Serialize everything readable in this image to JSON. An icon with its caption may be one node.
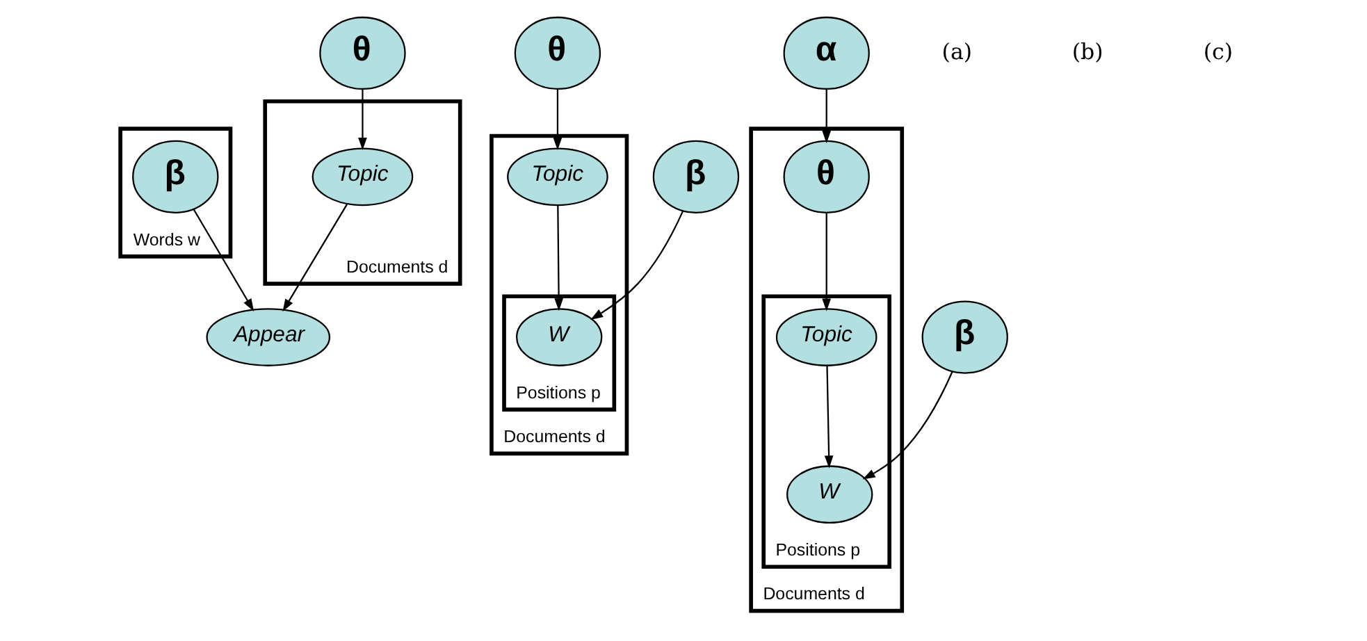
{
  "diagram": {
    "nodes": [
      {
        "text": [
          "Documents d"
        ]
      },
      {
        "text": [
          "θ"
        ]
      },
      {
        "text": [
          "Topic"
        ],
        "in": 0
      },
      {
        "text": [
          "Words w"
        ]
      },
      {
        "text": [
          "β"
        ],
        "in": 3
      },
      {
        "text": [
          "Appear"
        ]
      },
      {
        "text": [
          "θ"
        ]
      },
      {
        "text": [
          "β"
        ]
      },
      {
        "text": [
          "Documents d"
        ]
      },
      {
        "text": [
          "Topic"
        ],
        "in": 8
      },
      {
        "text": [
          "Positions p"
        ],
        "in": 8
      },
      {
        "text": [
          "W"
        ],
        "in": 10
      },
      {
        "text": [
          "α"
        ]
      },
      {
        "text": [
          "Documents d"
        ]
      },
      {
        "text": [
          "θ"
        ],
        "in": 13
      },
      {
        "text": [
          "Positions p"
        ],
        "in": 13
      },
      {
        "text": [
          "Topic"
        ],
        "in": 15
      },
      {
        "text": [
          "W"
        ],
        "in": 15
      },
      {
        "text": [
          "β"
        ]
      }
    ],
    "edges": [
      {
        "from": 1,
        "to": 2,
        "arrow": "to"
      },
      {
        "from": 4,
        "to": 5,
        "arrow": "to"
      },
      {
        "from": 2,
        "to": 5,
        "arrow": "to"
      },
      {
        "from": 6,
        "to": 9,
        "arrow": "to"
      },
      {
        "from": 9,
        "to": 11,
        "arrow": "to"
      },
      {
        "from": 7,
        "to": 11,
        "arrow": "to"
      },
      {
        "from": 12,
        "to": 14,
        "arrow": "to"
      },
      {
        "from": 14,
        "to": 16,
        "arrow": "to"
      },
      {
        "from": 16,
        "to": 17,
        "arrow": "to"
      },
      {
        "from": 18,
        "to": 17,
        "arrow": "to"
      }
    ],
    "labels": [
      "(a)",
      "(b)",
      "(c)"
    ]
  }
}
